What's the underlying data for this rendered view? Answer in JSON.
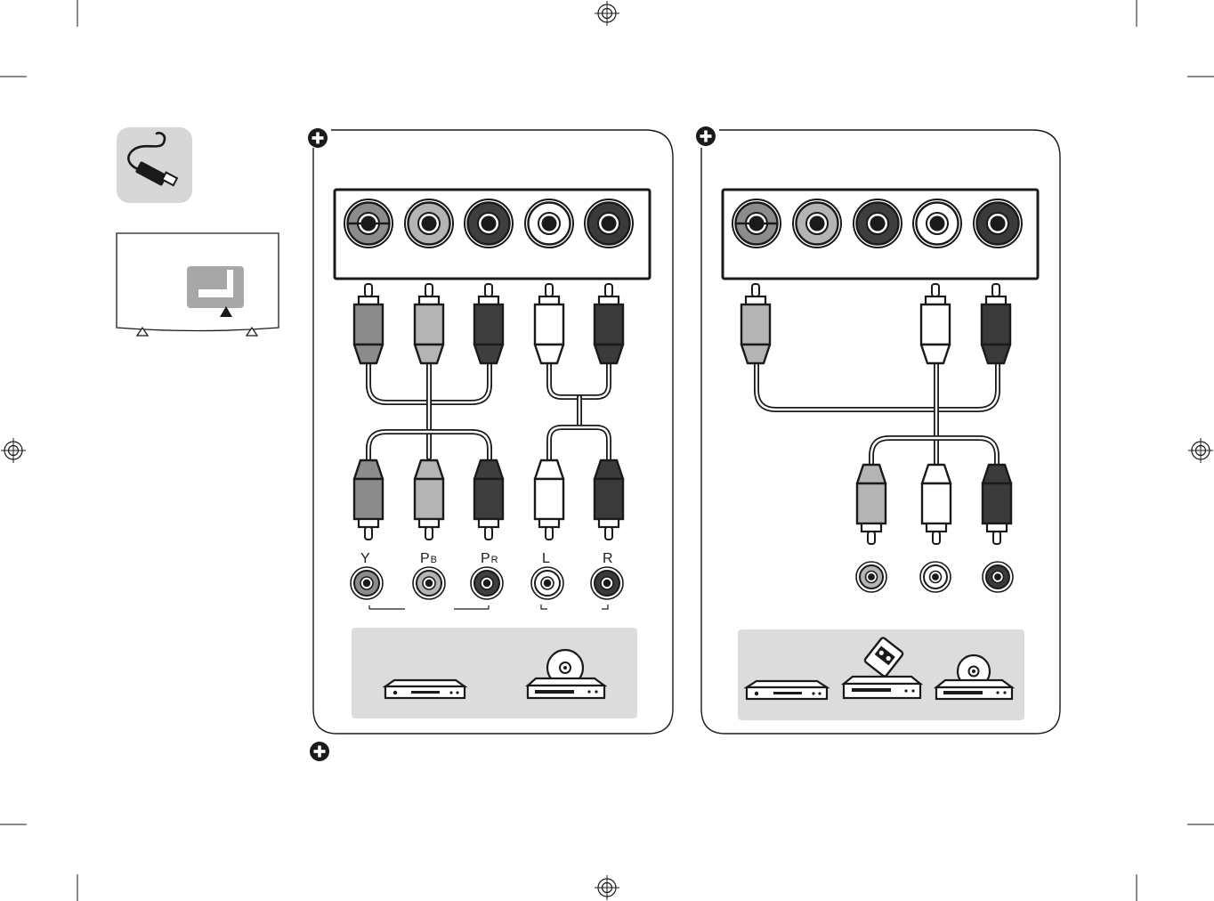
{
  "colors": {
    "outline": "#1a1a1a",
    "panel_bg": "#ffffff",
    "device_tray": "#dcdcdd",
    "badge_bg": "#d7d7d8",
    "y_green_gray": "#8c8c8c",
    "pb_blue_gray": "#b4b4b4",
    "pr_red_dark": "#3e3e3e",
    "audio_white": "#ffffff",
    "audio_red_dark": "#3a3a3a"
  },
  "icons": [
    "cable-connection-icon",
    "tv-port-location-icon",
    "plus-note-icon",
    "registration-mark-icon"
  ],
  "left_panel": {
    "jack_labels": [
      {
        "main": "Y",
        "sub": ""
      },
      {
        "main": "P",
        "sub": "B"
      },
      {
        "main": "P",
        "sub": "R"
      },
      {
        "main": "L",
        "sub": ""
      },
      {
        "main": "R",
        "sub": ""
      }
    ],
    "devices": [
      "set-top-box-icon",
      "dvd-player-icon"
    ]
  },
  "right_panel": {
    "devices": [
      "set-top-box-icon",
      "vcr-icon",
      "dvd-player-icon"
    ]
  }
}
